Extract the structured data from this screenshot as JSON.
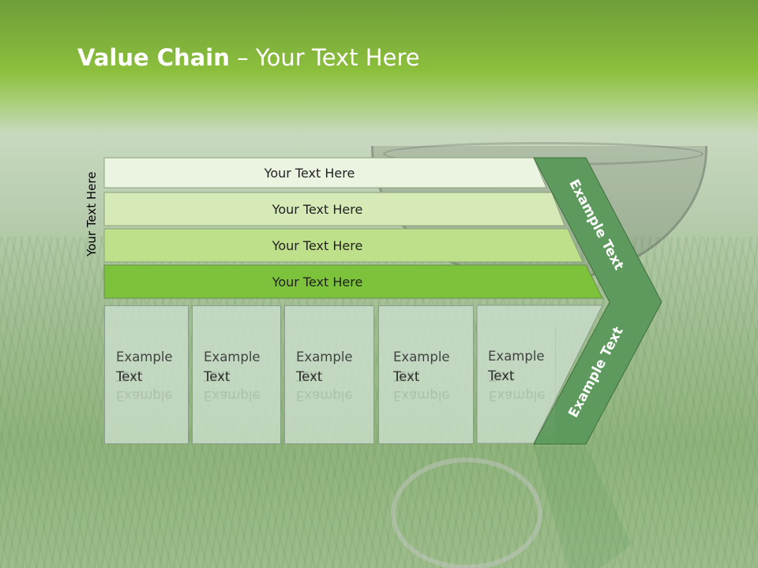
{
  "slide": {
    "title_bold": "Value Chain",
    "title_rest": " – Your Text Here",
    "side_label": "Your Text Here",
    "bars": [
      {
        "label": "Your Text Here",
        "color": "#eaf4e0"
      },
      {
        "label": "Your Text Here",
        "color": "#d6eab8"
      },
      {
        "label": "Your Text Here",
        "color": "#bfe08a"
      },
      {
        "label": "Your Text Here",
        "color": "#7cc23a"
      }
    ],
    "boxes": [
      {
        "line1": "Example",
        "line2": "Text"
      },
      {
        "line1": "Example",
        "line2": "Text"
      },
      {
        "line1": "Example",
        "line2": "Text"
      },
      {
        "line1": "Example",
        "line2": "Text"
      },
      {
        "line1": "Example",
        "line2": "Text"
      }
    ],
    "chevron": {
      "upper_text": "Example Text",
      "lower_text": "Example Text",
      "color": "#5e9a5e"
    }
  }
}
